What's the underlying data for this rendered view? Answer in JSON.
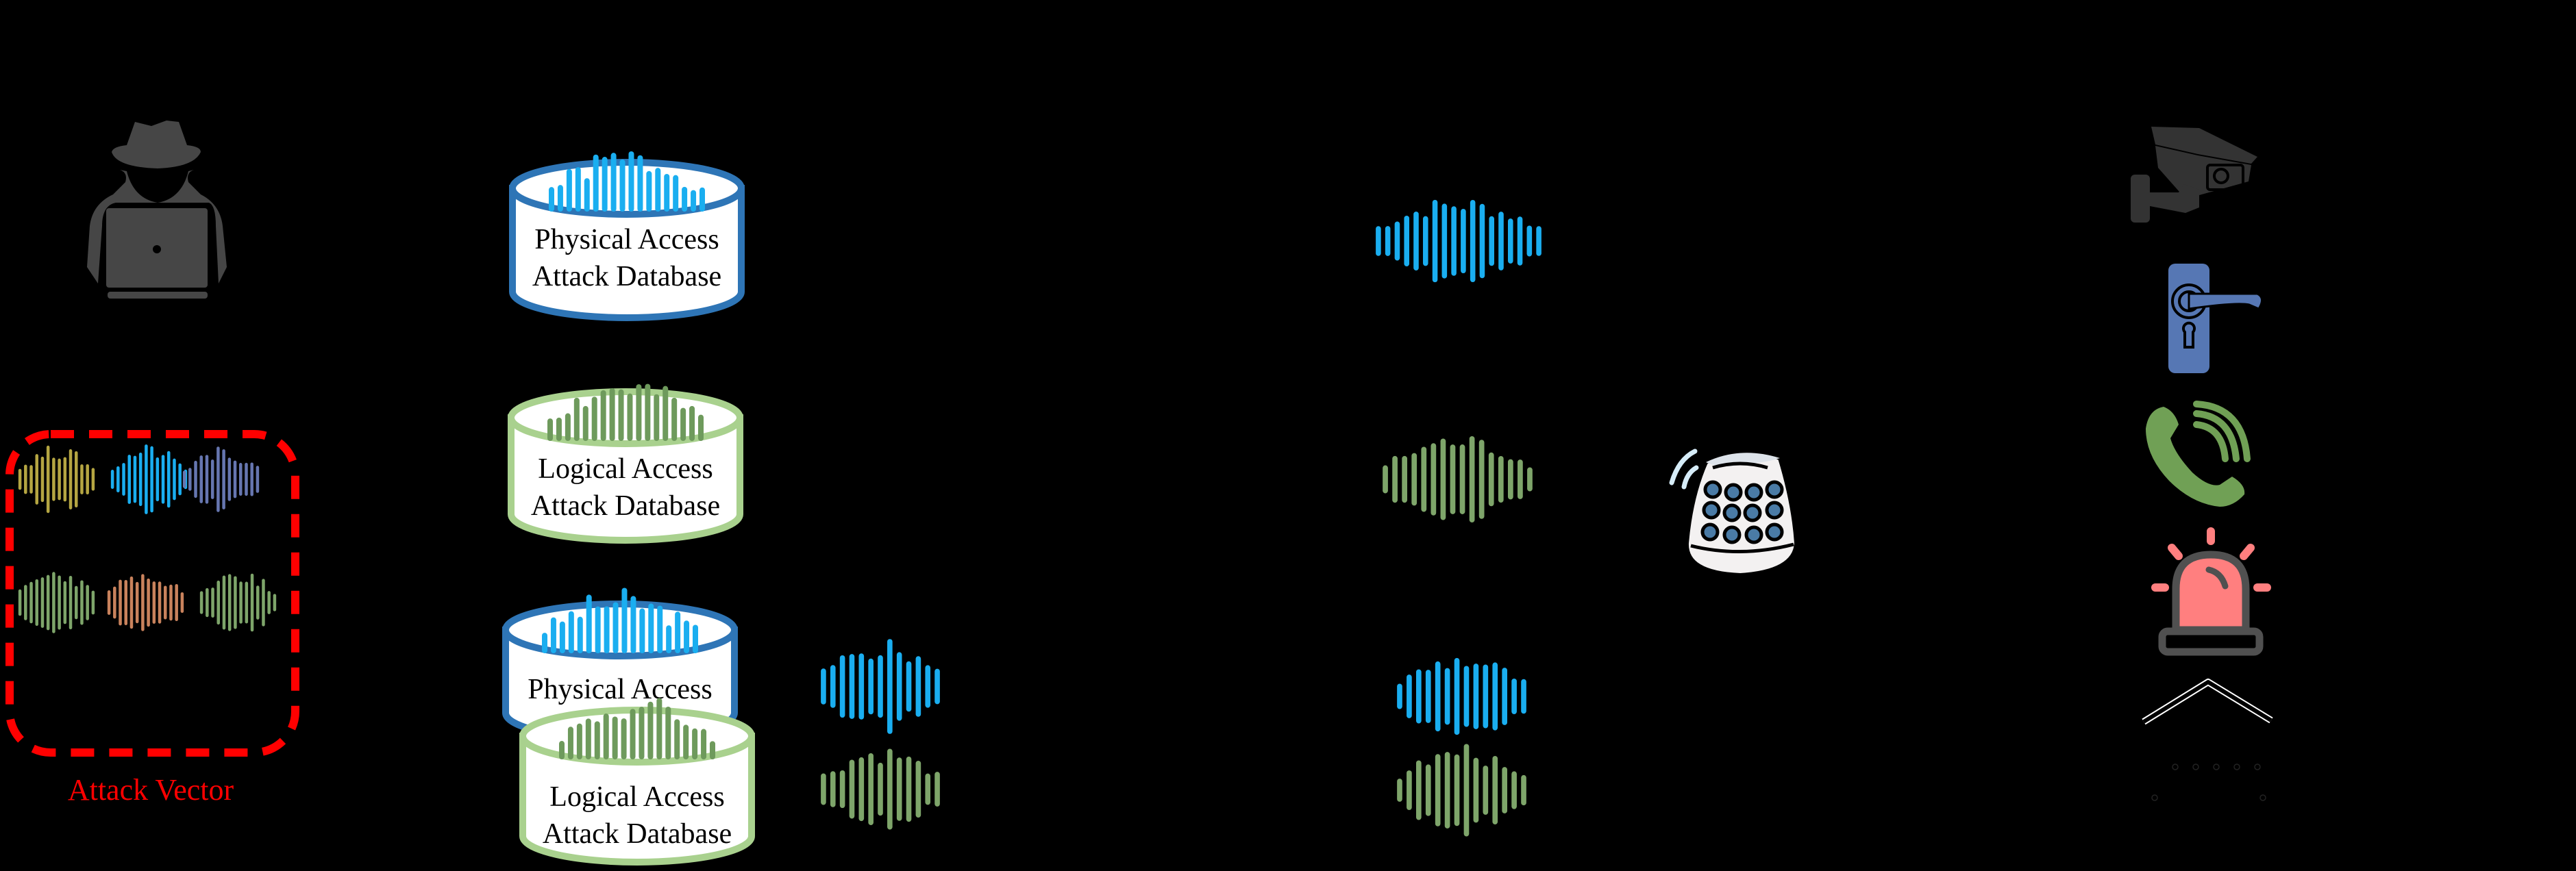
{
  "diagram": {
    "attacker": {
      "icon": "hacker-icon",
      "color": "#464646"
    },
    "attack_vector": {
      "label": "Attack Vector",
      "border_color": "#ff0000",
      "waveforms": [
        {
          "color": "#b5a642"
        },
        {
          "color": "#1aaef0"
        },
        {
          "color": "#6676b0"
        },
        {
          "color": "#7ea56a"
        },
        {
          "color": "#c9825c"
        },
        {
          "color": "#7ea56a"
        }
      ]
    },
    "databases": [
      {
        "id": "pa",
        "line1": "Physical Access",
        "line2": "Attack Database",
        "border_color": "#2e75b6",
        "wave_color": "#1aaef0"
      },
      {
        "id": "la",
        "line1": "Logical Access",
        "line2": "Attack Database",
        "border_color": "#a9d18e",
        "wave_color": "#6e9a5c"
      },
      {
        "id": "pa-stacked",
        "line1": "Physical Access",
        "line2": "",
        "border_color": "#2e75b6",
        "wave_color": "#1aaef0"
      },
      {
        "id": "la-stacked",
        "line1": "Logical Access",
        "line2": "Attack Database",
        "border_color": "#a9d18e",
        "wave_color": "#6e9a5c"
      }
    ],
    "waveform_colors": {
      "blue": "#1aaef0",
      "green": "#7ea56a"
    },
    "device": {
      "icon": "smart-speaker-icon",
      "dot_color": "#4a7ba6",
      "body_color": "#f3f1f1"
    },
    "targets": [
      {
        "icon": "security-camera-icon",
        "color": "#333333"
      },
      {
        "icon": "door-handle-icon",
        "color": "#5677b4"
      },
      {
        "icon": "phone-call-icon",
        "color": "#70a055"
      },
      {
        "icon": "alarm-siren-icon",
        "color": "#ff7f7f"
      },
      {
        "icon": "bank-icon",
        "color": "#000000"
      }
    ]
  }
}
